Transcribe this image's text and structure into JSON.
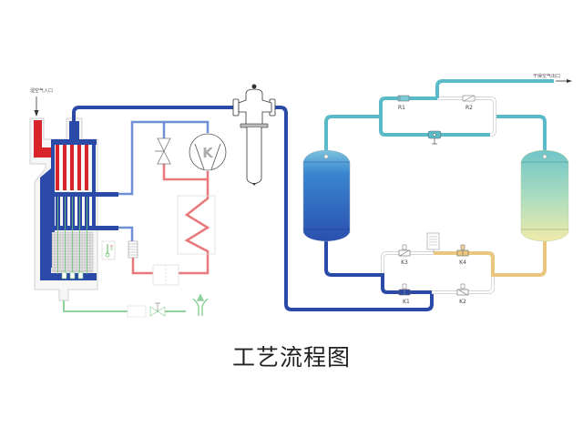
{
  "title": "工艺流程图",
  "labels": {
    "wet_air_inlet": "湿空气入口",
    "dry_air_outlet": "干燥空气出口",
    "compressor_symbol": "K"
  },
  "valves": [
    {
      "id": "R1",
      "label": "R1"
    },
    {
      "id": "R2",
      "label": "R2"
    },
    {
      "id": "K1",
      "label": "K1"
    },
    {
      "id": "K2",
      "label": "K2"
    },
    {
      "id": "K3",
      "label": "K3"
    },
    {
      "id": "K4",
      "label": "K4"
    }
  ],
  "colors": {
    "hot_air": "#d8232a",
    "cold_air": "#2b4aa8",
    "refrigerant_low": "#6f8fd6",
    "refrigerant_high": "#e8787a",
    "drain": "#8fd39a",
    "dry_air": "#5bbac8",
    "regen_air": "#e9c77e",
    "tower_wet": "#2f62c4",
    "tower_regen": "#c9e6b5"
  }
}
